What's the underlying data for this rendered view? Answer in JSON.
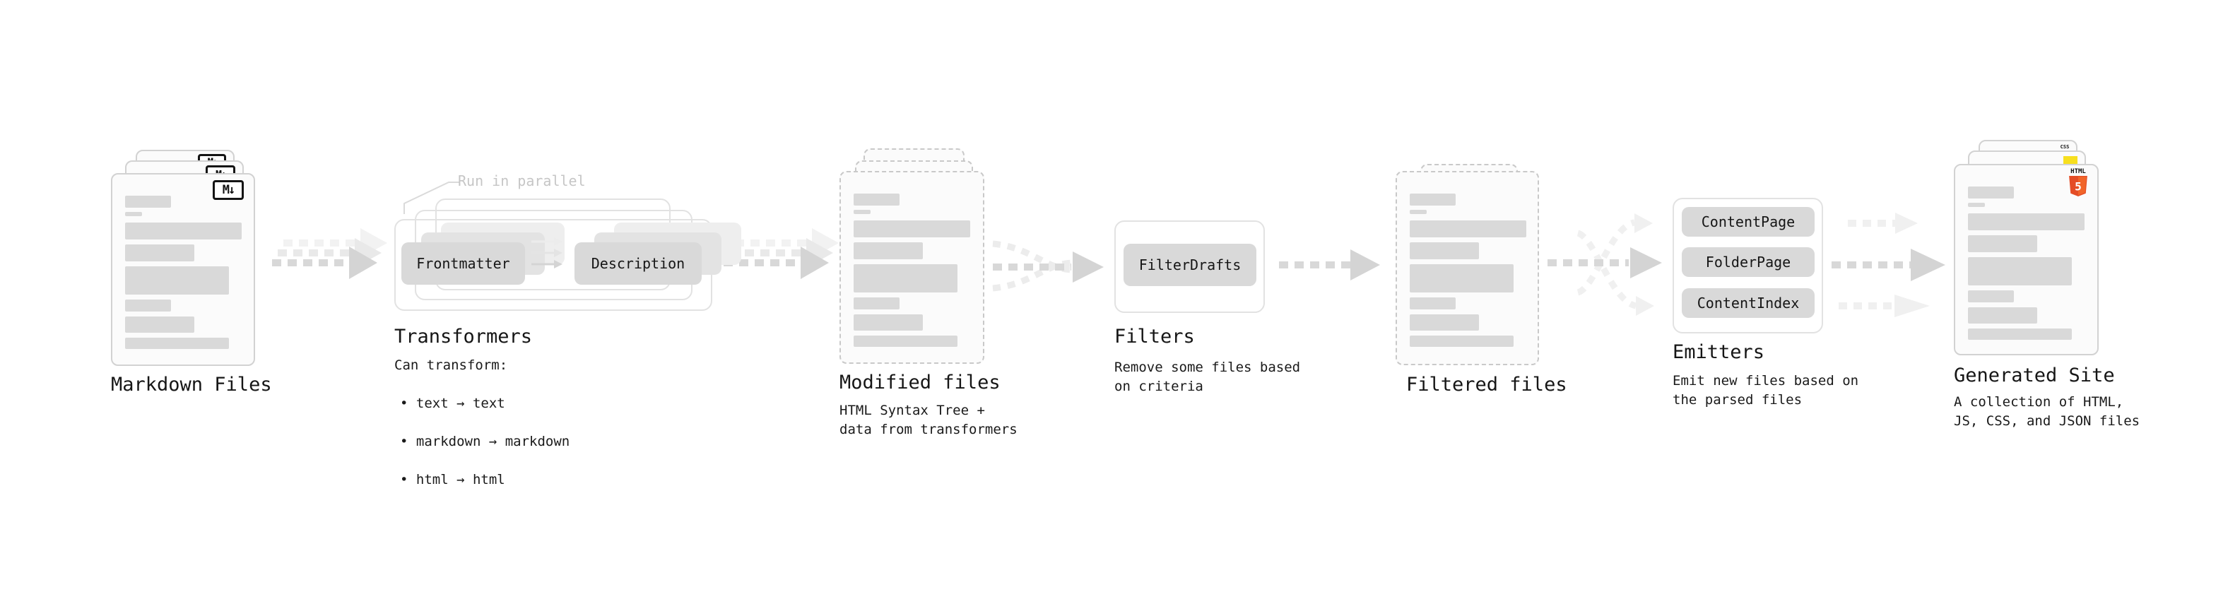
{
  "colors": {
    "html5_orange": "#e44d26",
    "js_yellow": "#f7df1e",
    "css_blue": "#2965f1"
  },
  "markdown": {
    "title": "Markdown Files",
    "icon_label": "M↓"
  },
  "transformers": {
    "title": "Transformers",
    "note": "Run in parallel",
    "nodes": [
      "Frontmatter",
      "Description"
    ],
    "desc_heading": "Can transform:",
    "bullets": [
      "• text → text",
      "• markdown → markdown",
      "• html → html"
    ]
  },
  "modified": {
    "title": "Modified files",
    "subtitle": "HTML Syntax Tree +\ndata from transformers"
  },
  "filters": {
    "title": "Filters",
    "node": "FilterDrafts",
    "subtitle": "Remove some files based\non criteria"
  },
  "filtered": {
    "title": "Filtered files"
  },
  "emitters": {
    "title": "Emitters",
    "nodes": [
      "ContentPage",
      "FolderPage",
      "ContentIndex"
    ],
    "subtitle": "Emit new files based on\nthe parsed files"
  },
  "generated": {
    "title": "Generated Site",
    "subtitle": "A collection of HTML,\nJS, CSS, and JSON files",
    "html_icon_word": "HTML",
    "html_icon_number": "5",
    "css_icon_word": "CSS"
  }
}
